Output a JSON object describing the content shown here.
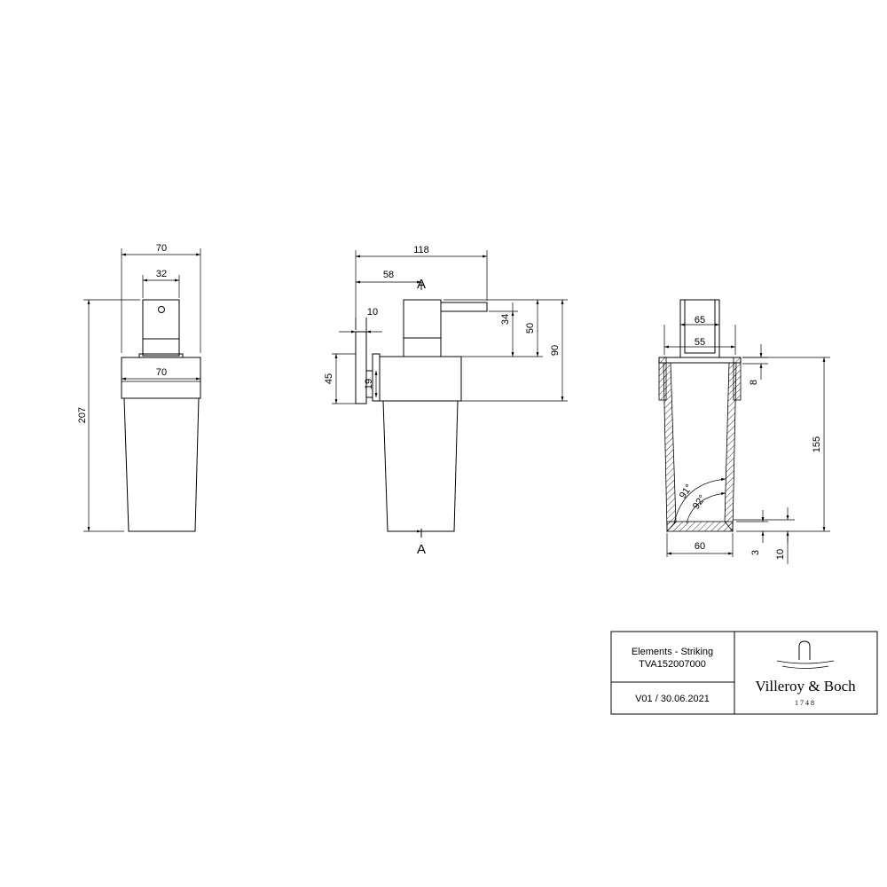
{
  "front_view": {
    "dims": {
      "total_width": "70",
      "pump_width": "32",
      "bracket_width": "70",
      "total_height": "207"
    }
  },
  "side_view": {
    "dims": {
      "spout_reach": "118",
      "pump_offset": "58",
      "plate_thickness": "10",
      "spout_height": "34",
      "pump_height": "50",
      "top_height": "90",
      "plate_height": "45",
      "plate_inner": "19"
    },
    "section_marker_top": "A",
    "section_marker_bottom": "A"
  },
  "section_view": {
    "dims": {
      "pump_width": "65",
      "collar_width": "55",
      "collar_height": "8",
      "glass_height": "155",
      "bottom_width": "60",
      "base_thickness": "3",
      "base_height": "10",
      "angle_outer": "91°",
      "angle_inner": "92°"
    }
  },
  "title_block": {
    "product_name": "Elements - Striking",
    "article_number": "TVA152007000",
    "version_date": "V01 / 30.06.2021",
    "brand": "Villeroy & Boch",
    "brand_year": "1748"
  }
}
